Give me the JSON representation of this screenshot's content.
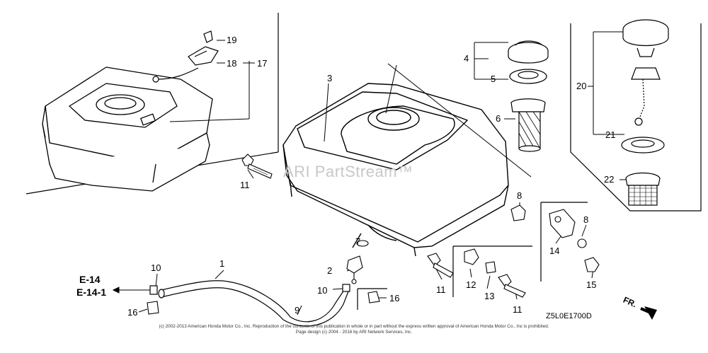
{
  "callouts": {
    "n1": "1",
    "n2": "2",
    "n3": "3",
    "n4": "4",
    "n5": "5",
    "n6": "6",
    "n7": "7",
    "n8a": "8",
    "n8b": "8",
    "n9": "9",
    "n10a": "10",
    "n10b": "10",
    "n11a": "11",
    "n11b": "11",
    "n11c": "11",
    "n12": "12",
    "n13": "13",
    "n14": "14",
    "n15": "15",
    "n16a": "16",
    "n16b": "16",
    "n17": "17",
    "n18": "18",
    "n19": "19",
    "n20": "20",
    "n21": "21",
    "n22": "22"
  },
  "refs": {
    "e14": "E-14",
    "e141": "E-14-1"
  },
  "watermark": "ARI PartStream™",
  "diagram_code": "Z5L0E1700D",
  "direction": "FR.",
  "copyright": {
    "line1": "(c) 2002-2013 American Honda Motor Co., Inc. Reproduction of the contents of this publication in whole or in part without the express written approval of American Honda Motor Co., Inc is prohibited.",
    "line2": "Page design (c) 2004 - 2016 by ARI Network Services, Inc."
  },
  "colors": {
    "line": "#000000",
    "watermark": "#c8c8c8",
    "background": "#ffffff"
  }
}
